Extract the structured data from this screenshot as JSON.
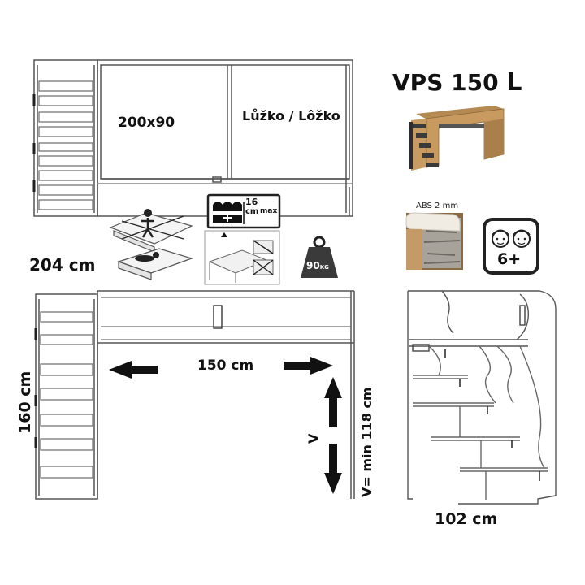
{
  "product": {
    "title_main": "VPS 150",
    "title_suffix": "L"
  },
  "top_view": {
    "bed_size": "200x90",
    "bed_label": "Lůžko / Lôžko",
    "length": "204 cm"
  },
  "front_view": {
    "width": "150 cm",
    "height": "160 cm",
    "v_height": "V= min 118 cm",
    "v_symbol": "V"
  },
  "side_view": {
    "depth": "102 cm"
  },
  "badges": {
    "edge": "ABS 2 mm",
    "mattress_height": "16",
    "mattress_unit": "cm",
    "mattress_max": "max",
    "weight": "90",
    "weight_unit": "KG",
    "age": "6+"
  },
  "colors": {
    "line": "#4a4a4a",
    "arrow": "#111111",
    "wood": "#c89b62",
    "dark": "#3a3a3a"
  }
}
